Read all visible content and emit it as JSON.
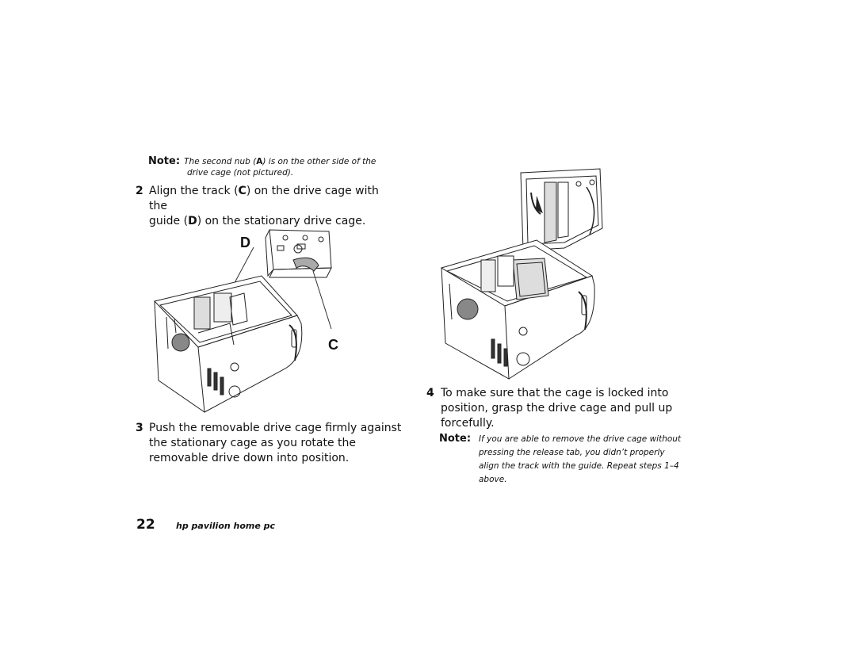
{
  "note1": {
    "label": "Note:",
    "text_before": "The second nub (",
    "letter": "A",
    "text_after": ") is on the other side of the",
    "line2": "drive cage (not pictured)."
  },
  "step2": {
    "number": "2",
    "line1_before": "Align the track (",
    "line1_letter": "C",
    "line1_after": ") on the drive cage with the",
    "line2_before": "guide (",
    "line2_letter": "D",
    "line2_after": ") on the stationary drive cage."
  },
  "figure1": {
    "label_d": "D",
    "label_c": "C"
  },
  "step3": {
    "number": "3",
    "lines": [
      "Push the removable drive cage firmly against",
      "the stationary cage as you rotate the",
      "removable drive down into position."
    ]
  },
  "step4": {
    "number": "4",
    "lines": [
      "To make sure that the cage is locked into",
      "position, grasp the drive cage and pull up",
      "forcefully."
    ]
  },
  "note2": {
    "label": "Note:",
    "lines": [
      "If you are able to remove the drive cage without",
      "pressing the release tab, you didn’t properly",
      "align the track with the guide. Repeat steps 1–4",
      "above."
    ]
  },
  "footer": {
    "page_number": "22",
    "title": "hp pavilion home pc"
  }
}
